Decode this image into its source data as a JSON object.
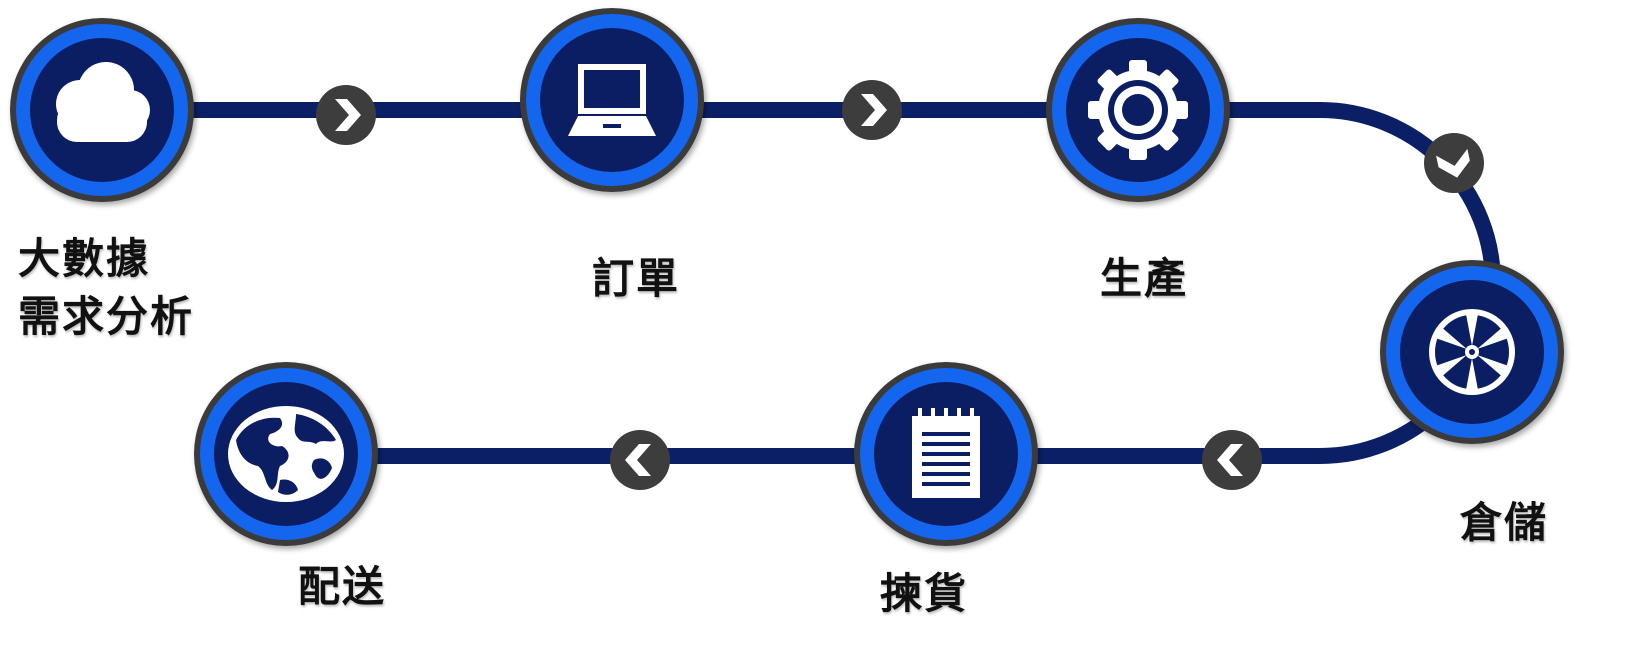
{
  "colors": {
    "track": "#0a1f66",
    "node_outer_ring": "#3a3a3a",
    "node_blue_ring": "#1566ef",
    "node_core": "#0b1e63",
    "icon": "#ffffff",
    "arrow_badge": "#3d3d3d"
  },
  "steps": [
    {
      "id": "step-big-data",
      "label": "大數據\n需求分析",
      "icon": "cloud-icon"
    },
    {
      "id": "step-order",
      "label": "訂單",
      "icon": "laptop-icon"
    },
    {
      "id": "step-production",
      "label": "生產",
      "icon": "gear-icon"
    },
    {
      "id": "step-storage",
      "label": "倉儲",
      "icon": "wheel-icon"
    },
    {
      "id": "step-picking",
      "label": "揀貨",
      "icon": "notepad-icon"
    },
    {
      "id": "step-delivery",
      "label": "配送",
      "icon": "globe-icon"
    }
  ],
  "connectors": [
    {
      "direction": "right",
      "icon": "chevron-right-icon"
    },
    {
      "direction": "right",
      "icon": "chevron-right-icon"
    },
    {
      "direction": "down",
      "icon": "chevron-down-icon"
    },
    {
      "direction": "left",
      "icon": "chevron-left-icon"
    },
    {
      "direction": "left",
      "icon": "chevron-left-icon"
    }
  ]
}
